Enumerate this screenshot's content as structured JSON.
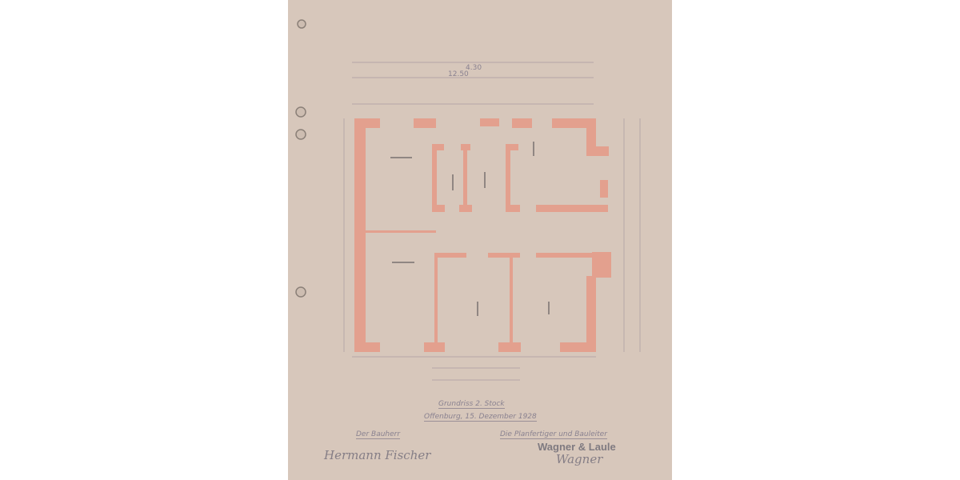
{
  "document": {
    "dimensions_top": [
      "4.30",
      "12.50"
    ],
    "title": "Grundriss 2. Stock",
    "place_date": "Offenburg, 15. Dezember 1928",
    "owner_label": "Der Bauherr",
    "planner_label": "Die Planfertiger und Bauleiter",
    "firm": "Wagner & Laule",
    "owner_signature": "Hermann Fischer",
    "planner_signature": "Wagner"
  },
  "colors": {
    "paper": "#d7c7bb",
    "walls": "#e3a08e",
    "ink": "#8a8290"
  }
}
